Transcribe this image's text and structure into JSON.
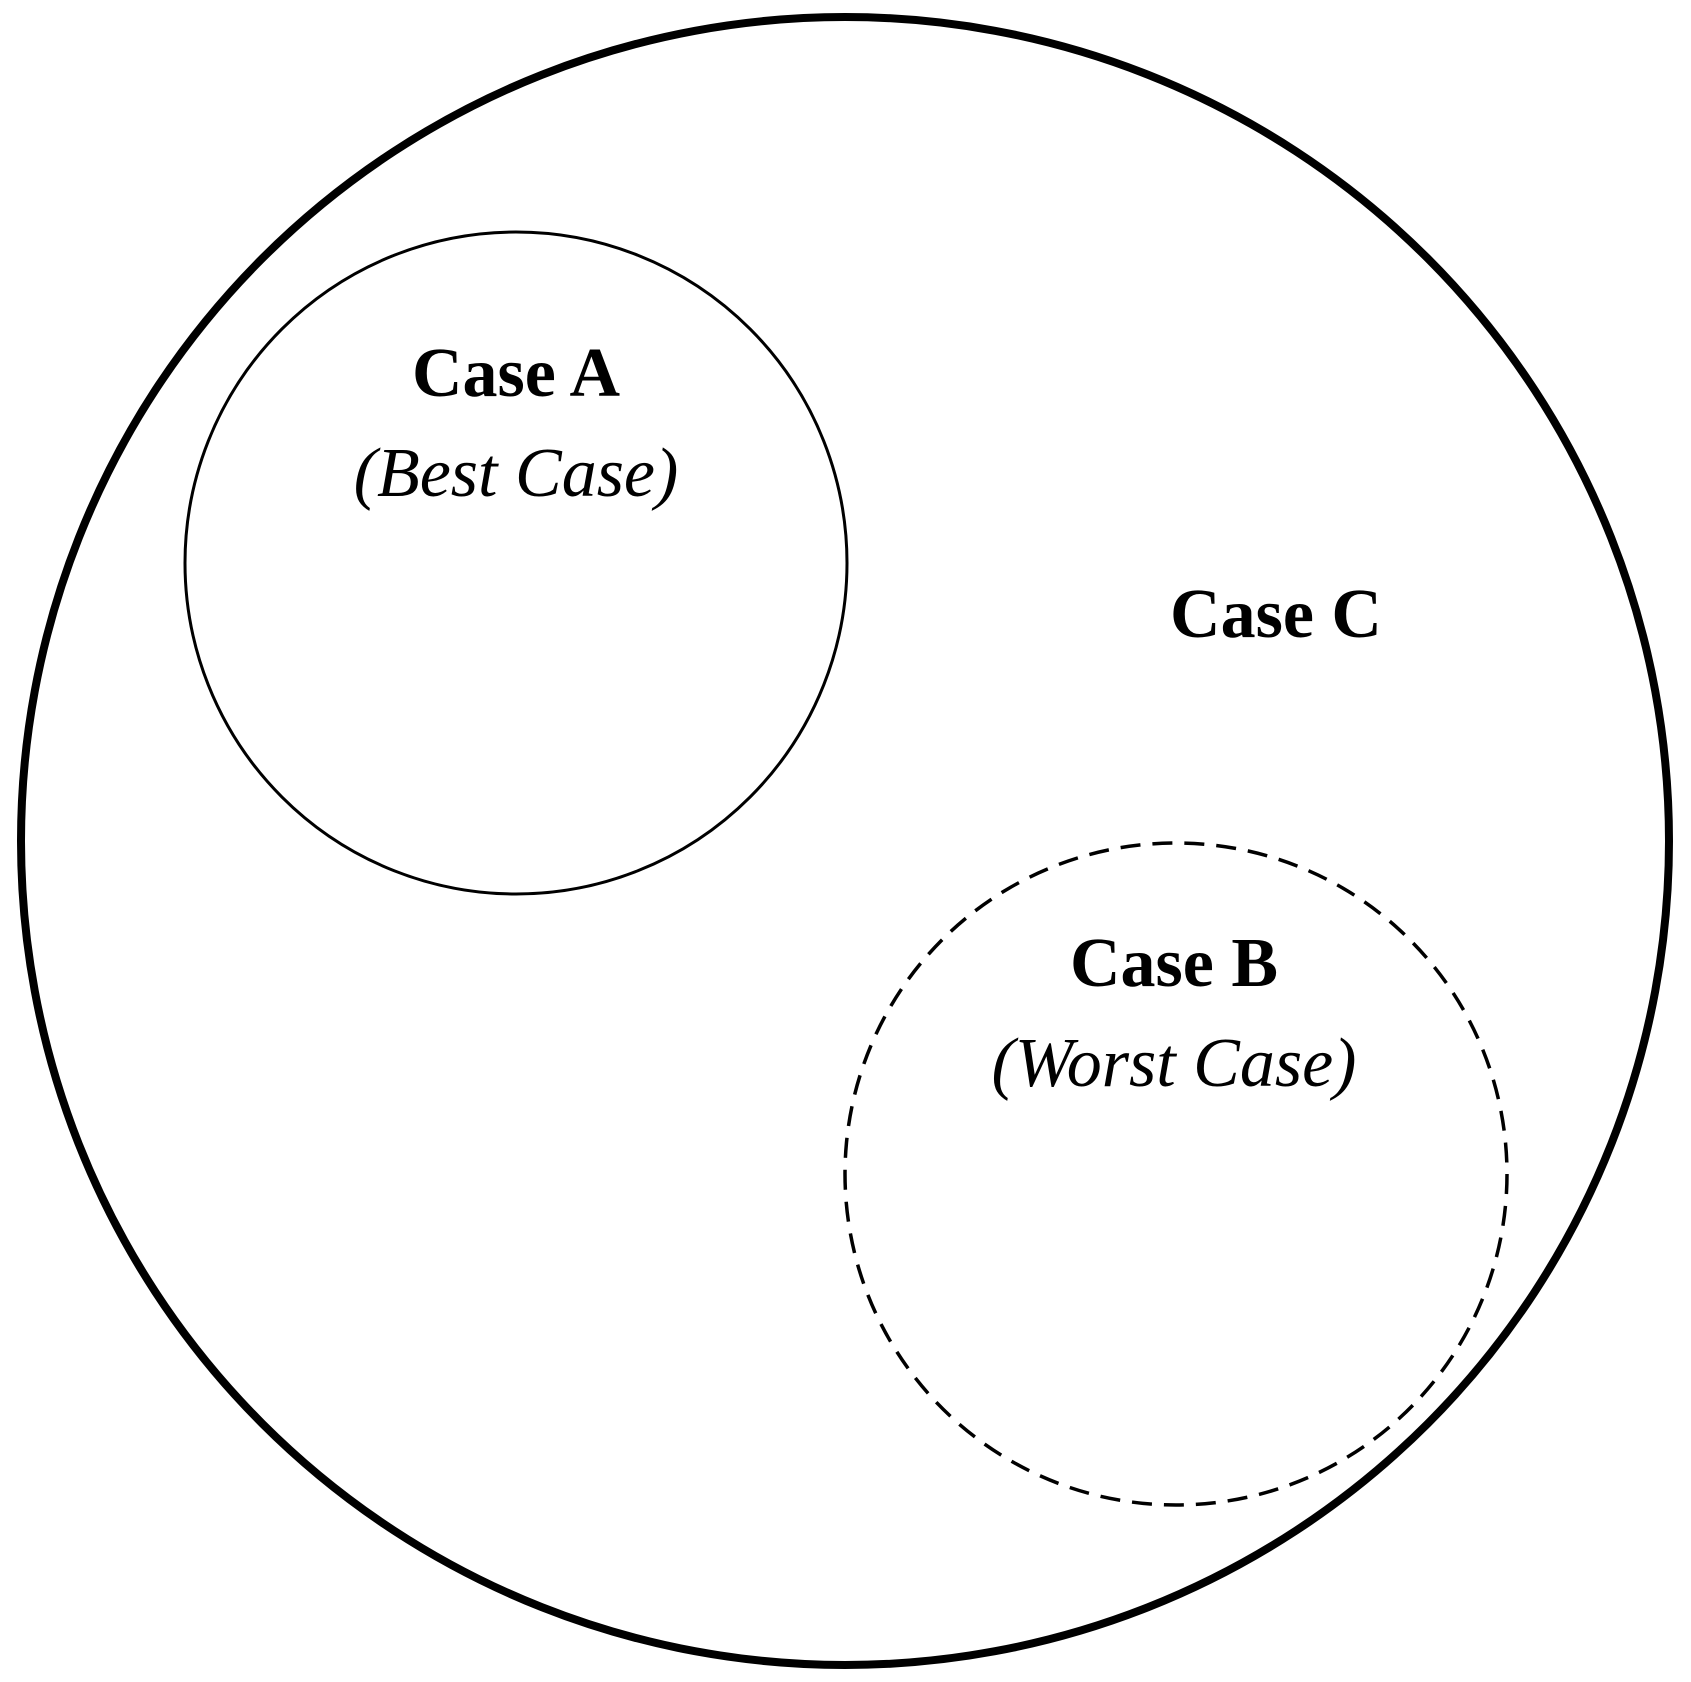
{
  "diagram": {
    "outer": {
      "label": "Case C"
    },
    "case_a": {
      "title": "Case A",
      "subtitle": "(Best Case)"
    },
    "case_b": {
      "title": "Case B",
      "subtitle": "(Worst Case)"
    },
    "colors": {
      "stroke": "#000000",
      "background": "#ffffff"
    }
  }
}
